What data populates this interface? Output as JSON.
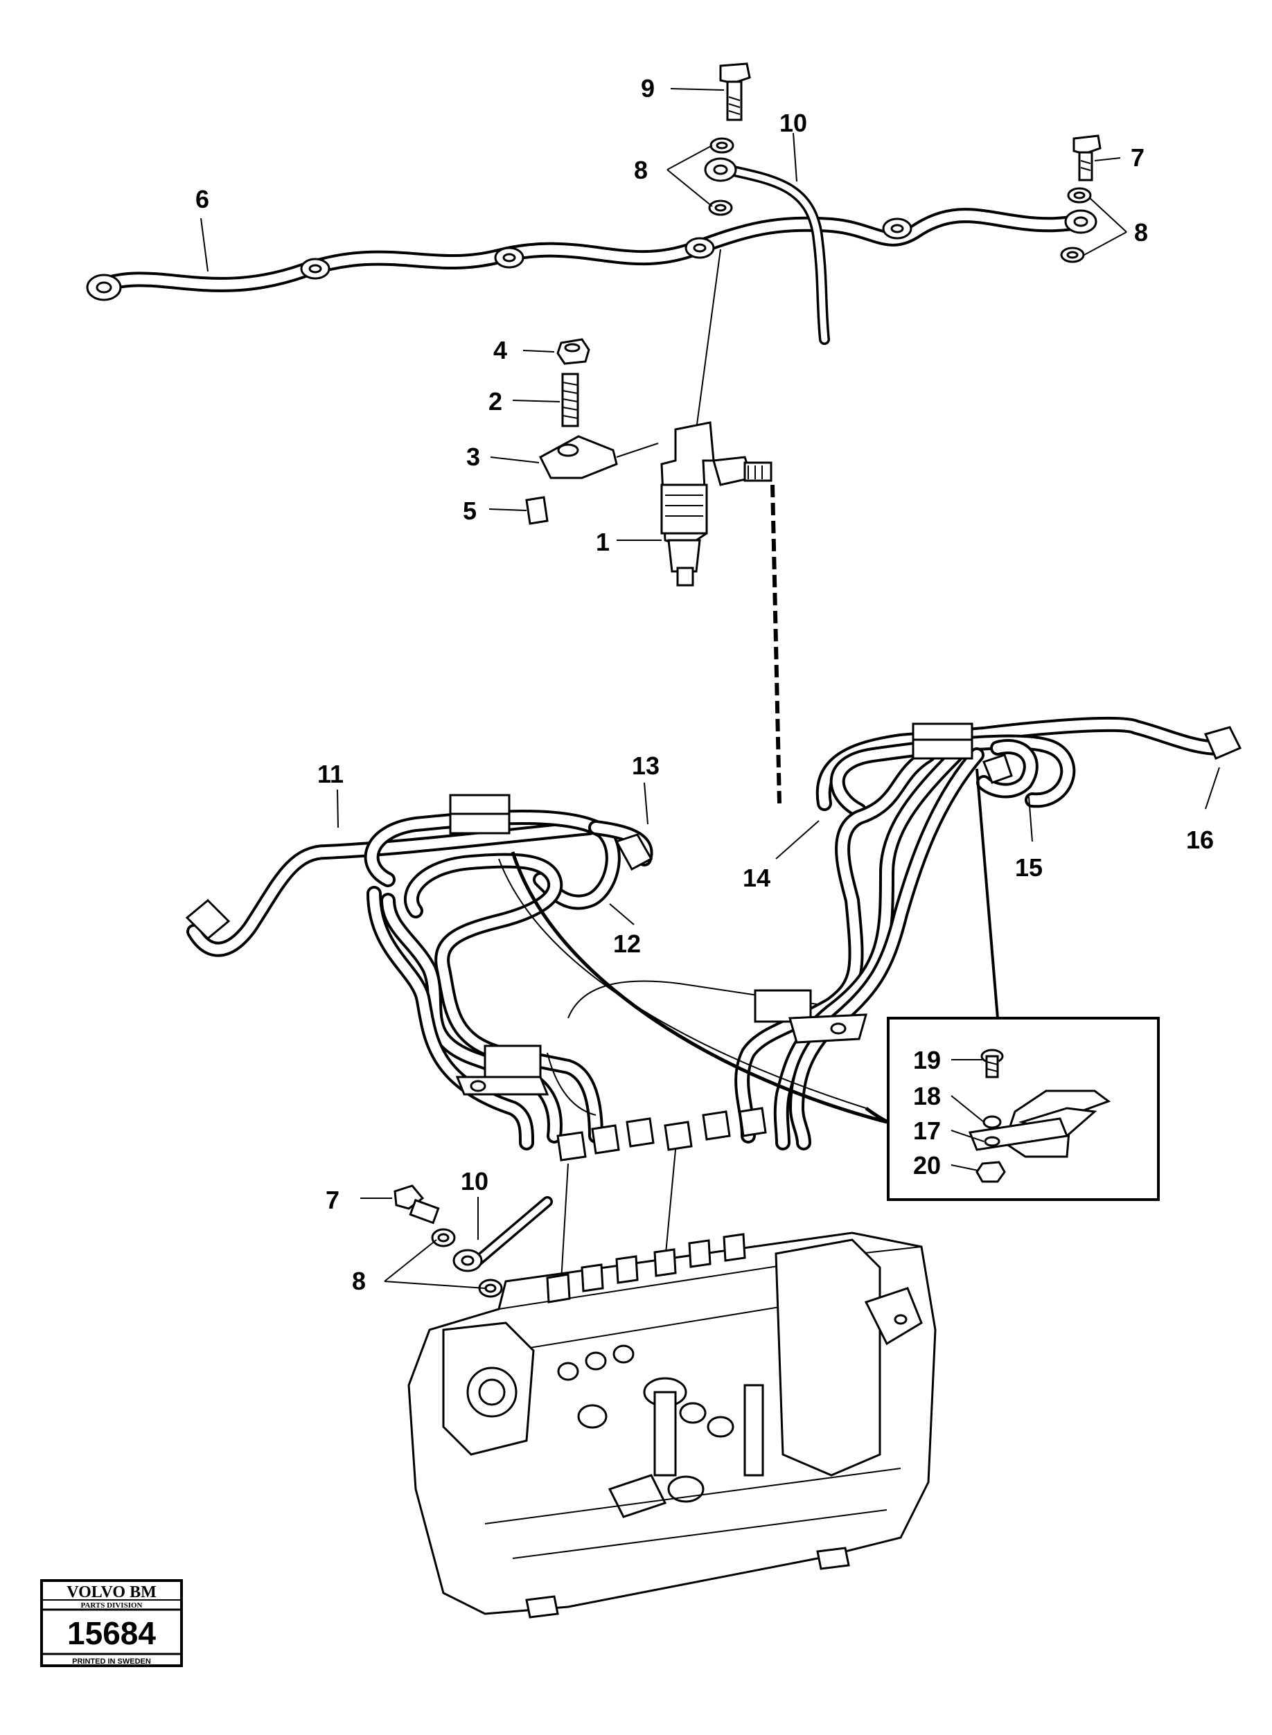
{
  "callouts": {
    "c1": "1",
    "c2": "2",
    "c3": "3",
    "c4": "4",
    "c5": "5",
    "c6": "6",
    "c7a": "7",
    "c7b": "7",
    "c8a": "8",
    "c8b": "8",
    "c8c": "8",
    "c9": "9",
    "c10a": "10",
    "c10b": "10",
    "c11": "11",
    "c12": "12",
    "c13": "13",
    "c14": "14",
    "c15": "15",
    "c16": "16",
    "c17": "17",
    "c18": "18",
    "c19": "19",
    "c20": "20"
  },
  "badge": {
    "brand": "VOLVO BM",
    "division": "PARTS DIVISION",
    "number": "15684",
    "printed": "PRINTED IN SWEDEN"
  }
}
